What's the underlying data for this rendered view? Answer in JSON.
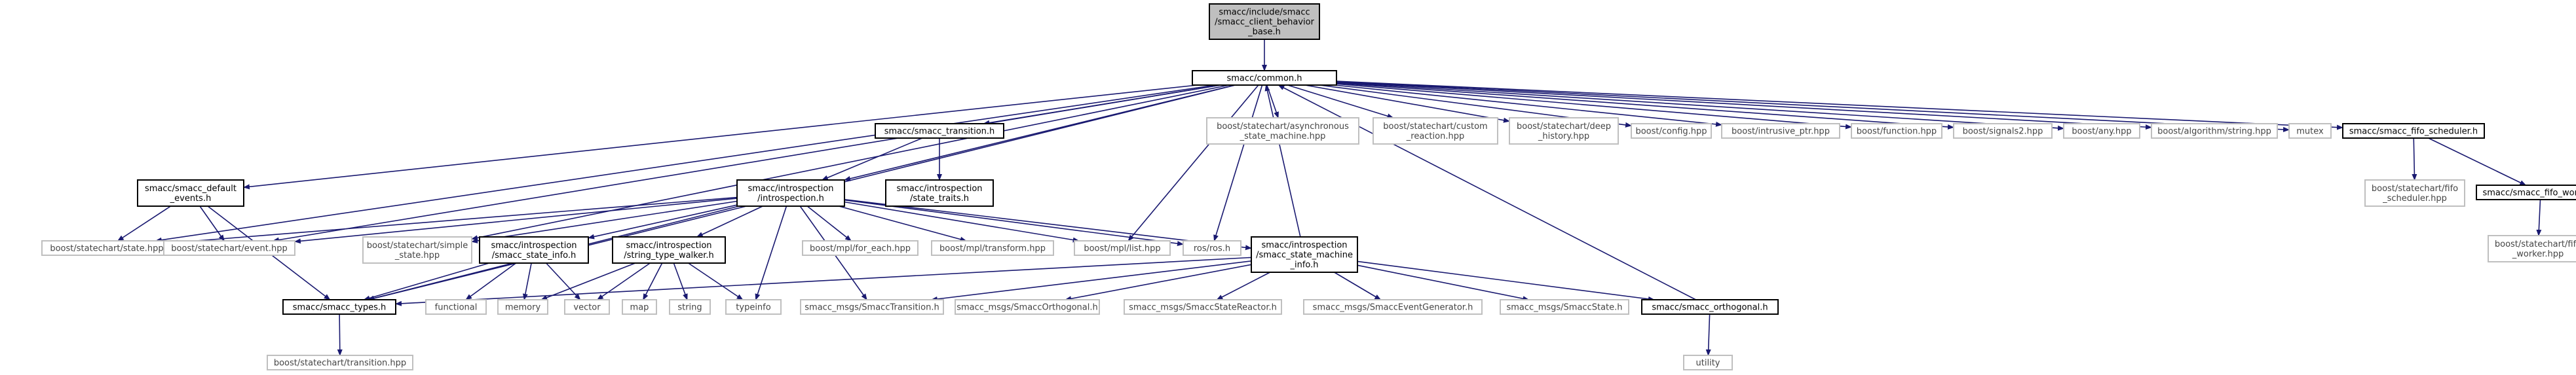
{
  "colors": {
    "edge": "#191970",
    "root_fill": "#bfbfbf",
    "normal_stroke": "#000000",
    "grey_stroke": "#bfbfbf",
    "background": "#ffffff"
  },
  "nodes": [
    {
      "id": "root",
      "lines": [
        "smacc/include/smacc",
        "/smacc_client_behavior",
        "_base.h"
      ],
      "style": "root"
    },
    {
      "id": "common",
      "lines": [
        "smacc/common.h"
      ],
      "style": "normal"
    },
    {
      "id": "smacc_transition",
      "lines": [
        "smacc/smacc_transition.h"
      ],
      "style": "normal"
    },
    {
      "id": "async_sm",
      "lines": [
        "boost/statechart/asynchronous",
        "_state_machine.hpp"
      ],
      "style": "grey"
    },
    {
      "id": "custom_reaction",
      "lines": [
        "boost/statechart/custom",
        "_reaction.hpp"
      ],
      "style": "grey"
    },
    {
      "id": "deep_history",
      "lines": [
        "boost/statechart/deep",
        "_history.hpp"
      ],
      "style": "grey"
    },
    {
      "id": "config",
      "lines": [
        "boost/config.hpp"
      ],
      "style": "grey"
    },
    {
      "id": "intrusive_ptr",
      "lines": [
        "boost/intrusive_ptr.hpp"
      ],
      "style": "grey"
    },
    {
      "id": "function",
      "lines": [
        "boost/function.hpp"
      ],
      "style": "grey"
    },
    {
      "id": "signals2",
      "lines": [
        "boost/signals2.hpp"
      ],
      "style": "grey"
    },
    {
      "id": "any",
      "lines": [
        "boost/any.hpp"
      ],
      "style": "grey"
    },
    {
      "id": "algorithm_string",
      "lines": [
        "boost/algorithm/string.hpp"
      ],
      "style": "grey"
    },
    {
      "id": "mutex",
      "lines": [
        "mutex"
      ],
      "style": "grey"
    },
    {
      "id": "fifo_scheduler_h",
      "lines": [
        "smacc/smacc_fifo_scheduler.h"
      ],
      "style": "normal"
    },
    {
      "id": "default_events",
      "lines": [
        "smacc/smacc_default",
        "_events.h"
      ],
      "style": "normal"
    },
    {
      "id": "introspection",
      "lines": [
        "smacc/introspection",
        "/introspection.h"
      ],
      "style": "normal"
    },
    {
      "id": "state_traits",
      "lines": [
        "smacc/introspection",
        "/state_traits.h"
      ],
      "style": "normal"
    },
    {
      "id": "fifo_scheduler_hpp",
      "lines": [
        "boost/statechart/fifo",
        "_scheduler.hpp"
      ],
      "style": "grey"
    },
    {
      "id": "fifo_worker_h",
      "lines": [
        "smacc/smacc_fifo_worker.h"
      ],
      "style": "normal"
    },
    {
      "id": "fifo_worker_hpp",
      "lines": [
        "boost/statechart/fifo",
        "_worker.hpp"
      ],
      "style": "grey"
    },
    {
      "id": "state_hpp",
      "lines": [
        "boost/statechart/state.hpp"
      ],
      "style": "grey"
    },
    {
      "id": "event_hpp",
      "lines": [
        "boost/statechart/event.hpp"
      ],
      "style": "grey"
    },
    {
      "id": "simple_state",
      "lines": [
        "boost/statechart/simple",
        "_state.hpp"
      ],
      "style": "grey"
    },
    {
      "id": "state_info",
      "lines": [
        "smacc/introspection",
        "/smacc_state_info.h"
      ],
      "style": "normal"
    },
    {
      "id": "type_walker",
      "lines": [
        "smacc/introspection",
        "/string_type_walker.h"
      ],
      "style": "normal"
    },
    {
      "id": "for_each",
      "lines": [
        "boost/mpl/for_each.hpp"
      ],
      "style": "grey"
    },
    {
      "id": "mpl_transform",
      "lines": [
        "boost/mpl/transform.hpp"
      ],
      "style": "grey"
    },
    {
      "id": "mpl_list",
      "lines": [
        "boost/mpl/list.hpp"
      ],
      "style": "grey"
    },
    {
      "id": "ros",
      "lines": [
        "ros/ros.h"
      ],
      "style": "grey"
    },
    {
      "id": "sm_info",
      "lines": [
        "smacc/introspection",
        "/smacc_state_machine",
        "_info.h"
      ],
      "style": "normal"
    },
    {
      "id": "smacc_types",
      "lines": [
        "smacc/smacc_types.h"
      ],
      "style": "normal"
    },
    {
      "id": "functional",
      "lines": [
        "functional"
      ],
      "style": "grey"
    },
    {
      "id": "memory",
      "lines": [
        "memory"
      ],
      "style": "grey"
    },
    {
      "id": "vector",
      "lines": [
        "vector"
      ],
      "style": "grey"
    },
    {
      "id": "map",
      "lines": [
        "map"
      ],
      "style": "grey"
    },
    {
      "id": "string",
      "lines": [
        "string"
      ],
      "style": "grey"
    },
    {
      "id": "typeinfo",
      "lines": [
        "typeinfo"
      ],
      "style": "grey"
    },
    {
      "id": "msg_transition",
      "lines": [
        "smacc_msgs/SmaccTransition.h"
      ],
      "style": "grey"
    },
    {
      "id": "msg_orthogonal",
      "lines": [
        "smacc_msgs/SmaccOrthogonal.h"
      ],
      "style": "grey"
    },
    {
      "id": "msg_reactor",
      "lines": [
        "smacc_msgs/SmaccStateReactor.h"
      ],
      "style": "grey"
    },
    {
      "id": "msg_eventgen",
      "lines": [
        "smacc_msgs/SmaccEventGenerator.h"
      ],
      "style": "grey"
    },
    {
      "id": "msg_state",
      "lines": [
        "smacc_msgs/SmaccState.h"
      ],
      "style": "grey"
    },
    {
      "id": "smacc_orthogonal",
      "lines": [
        "smacc/smacc_orthogonal.h"
      ],
      "style": "normal"
    },
    {
      "id": "transition_hpp",
      "lines": [
        "boost/statechart/transition.hpp"
      ],
      "style": "grey"
    },
    {
      "id": "utility",
      "lines": [
        "utility"
      ],
      "style": "grey"
    }
  ],
  "edges": [
    [
      "root",
      "common"
    ],
    [
      "common",
      "smacc_transition"
    ],
    [
      "common",
      "async_sm"
    ],
    [
      "common",
      "custom_reaction"
    ],
    [
      "common",
      "deep_history"
    ],
    [
      "common",
      "config"
    ],
    [
      "common",
      "intrusive_ptr"
    ],
    [
      "common",
      "function"
    ],
    [
      "common",
      "signals2"
    ],
    [
      "common",
      "any"
    ],
    [
      "common",
      "algorithm_string"
    ],
    [
      "common",
      "mutex"
    ],
    [
      "common",
      "fifo_scheduler_h"
    ],
    [
      "common",
      "default_events"
    ],
    [
      "common",
      "introspection"
    ],
    [
      "common",
      "state_hpp"
    ],
    [
      "common",
      "event_hpp"
    ],
    [
      "common",
      "simple_state"
    ],
    [
      "common",
      "smacc_types"
    ],
    [
      "common",
      "mpl_list"
    ],
    [
      "common",
      "ros"
    ],
    [
      "smacc_transition",
      "introspection"
    ],
    [
      "smacc_transition",
      "state_traits"
    ],
    [
      "fifo_scheduler_h",
      "fifo_scheduler_hpp"
    ],
    [
      "fifo_scheduler_h",
      "fifo_worker_h"
    ],
    [
      "fifo_worker_h",
      "fifo_worker_hpp"
    ],
    [
      "default_events",
      "state_hpp"
    ],
    [
      "default_events",
      "event_hpp"
    ],
    [
      "default_events",
      "smacc_types"
    ],
    [
      "introspection",
      "state_hpp"
    ],
    [
      "introspection",
      "event_hpp"
    ],
    [
      "introspection",
      "simple_state"
    ],
    [
      "introspection",
      "state_info"
    ],
    [
      "introspection",
      "type_walker"
    ],
    [
      "introspection",
      "for_each"
    ],
    [
      "introspection",
      "mpl_transform"
    ],
    [
      "introspection",
      "mpl_list"
    ],
    [
      "introspection",
      "ros"
    ],
    [
      "introspection",
      "sm_info"
    ],
    [
      "introspection",
      "smacc_types"
    ],
    [
      "introspection",
      "typeinfo"
    ],
    [
      "introspection",
      "msg_transition"
    ],
    [
      "state_info",
      "smacc_types"
    ],
    [
      "state_info",
      "functional"
    ],
    [
      "state_info",
      "memory"
    ],
    [
      "state_info",
      "vector"
    ],
    [
      "type_walker",
      "memory"
    ],
    [
      "type_walker",
      "vector"
    ],
    [
      "type_walker",
      "map"
    ],
    [
      "type_walker",
      "string"
    ],
    [
      "type_walker",
      "typeinfo"
    ],
    [
      "sm_info",
      "common"
    ],
    [
      "sm_info",
      "smacc_types"
    ],
    [
      "sm_info",
      "msg_transition"
    ],
    [
      "sm_info",
      "msg_orthogonal"
    ],
    [
      "sm_info",
      "msg_reactor"
    ],
    [
      "sm_info",
      "msg_eventgen"
    ],
    [
      "sm_info",
      "msg_state"
    ],
    [
      "sm_info",
      "smacc_orthogonal"
    ],
    [
      "smacc_orthogonal",
      "common"
    ],
    [
      "smacc_orthogonal",
      "utility"
    ],
    [
      "smacc_types",
      "transition_hpp"
    ]
  ]
}
